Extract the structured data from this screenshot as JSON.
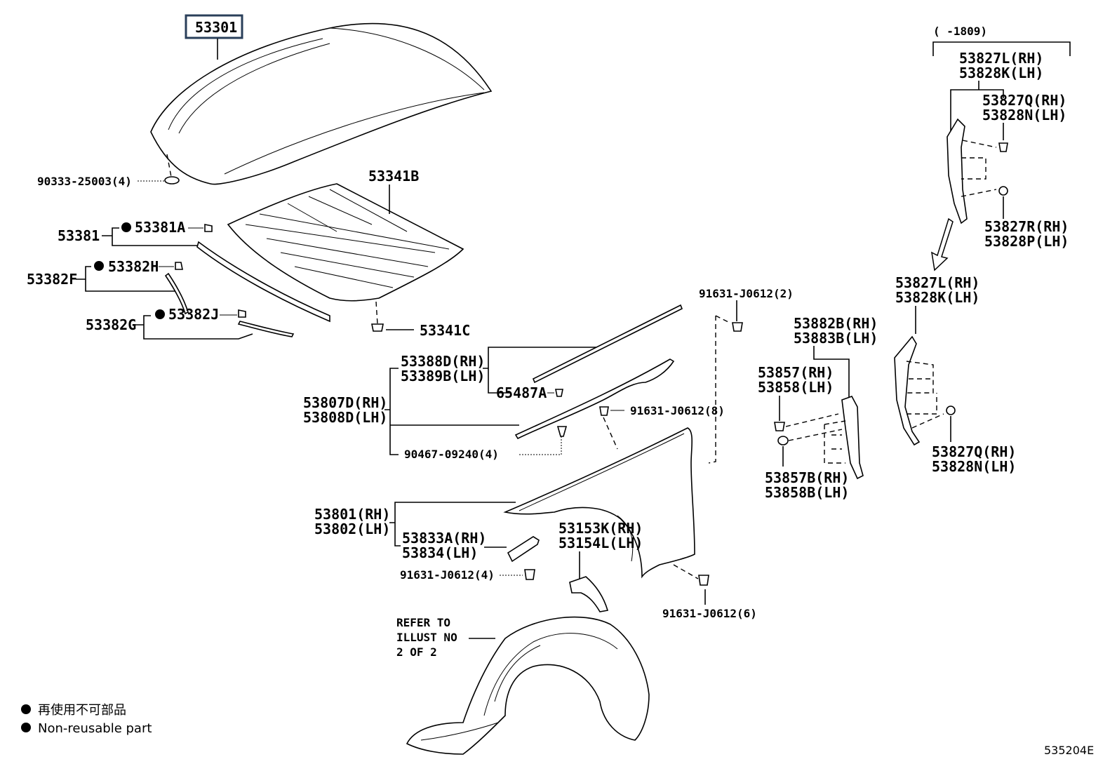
{
  "highlighted_part": "53301",
  "labels": {
    "p53301": "53301",
    "p90333": "90333-25003(4)",
    "p53341B": "53341B",
    "p53381": "53381",
    "p53381A": "53381A",
    "p53382F": "53382F",
    "p53382H": "53382H",
    "p53382G": "53382G",
    "p53382J": "53382J",
    "p53341C": "53341C",
    "p91631_2": "91631-J0612(2)",
    "p53388D": "53388D(RH)",
    "p53389B": "53389B(LH)",
    "p65487A": "65487A",
    "p53807D": "53807D(RH)",
    "p53808D": "53808D(LH)",
    "p91631_8": "91631-J0612(8)",
    "p90467": "90467-09240(4)",
    "p53801": "53801(RH)",
    "p53802": "53802(LH)",
    "p53833A": "53833A(RH)",
    "p53834": "53834(LH)",
    "p91631_4": "91631-J0612(4)",
    "p53153K": "53153K(RH)",
    "p53154L": "53154L(LH)",
    "p91631_6": "91631-J0612(6)",
    "p53882B": "53882B(RH)",
    "p53883B": "53883B(LH)",
    "p53857": "53857(RH)",
    "p53858": "53858(LH)",
    "p53857B": "53857B(RH)",
    "p53858B": "53858B(LH)",
    "p1809": "(     -1809)",
    "p53827L_a": "53827L(RH)",
    "p53828K_a": "53828K(LH)",
    "p53827Q_a": "53827Q(RH)",
    "p53828N_a": "53828N(LH)",
    "p53827R": "53827R(RH)",
    "p53828P": "53828P(LH)",
    "p53827L_b": "53827L(RH)",
    "p53828K_b": "53828K(LH)",
    "p53827Q_b": "53827Q(RH)",
    "p53828N_b": "53828N(LH)"
  },
  "refer_note": [
    "REFER TO",
    "ILLUST NO",
    "2 OF 2"
  ],
  "legend": {
    "line1": "再使用不可部品",
    "line2": "Non-reusable part"
  },
  "diagram_id": "535204E"
}
